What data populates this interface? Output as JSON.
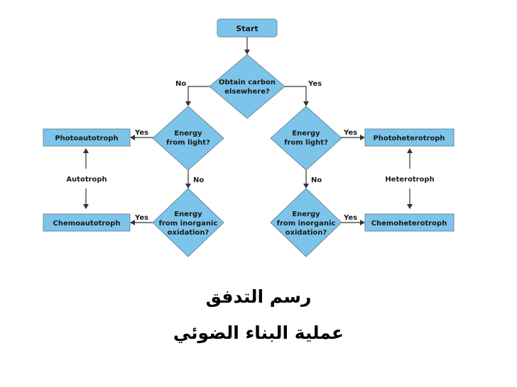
{
  "nodes": {
    "start": "Start",
    "obtain_carbon": [
      "Obtain carbon",
      "elsewhere?"
    ],
    "energy_light_left": [
      "Energy",
      "from light?"
    ],
    "energy_light_right": [
      "Energy",
      "from light?"
    ],
    "energy_inorganic_left": [
      "Energy",
      "from inorganic",
      "oxidation?"
    ],
    "energy_inorganic_right": [
      "Energy",
      "from inorganic",
      "oxidation?"
    ],
    "photoautotroph": "Photoautotroph",
    "chemoautotroph": "Chemoautotroph",
    "photoheterotroph": "Photoheterotroph",
    "chemoheterotroph": "Chemoheterotroph"
  },
  "edge_labels": {
    "no_top": "No",
    "yes_top": "Yes",
    "yes_left_light": "Yes",
    "no_left_light": "No",
    "yes_left_inorganic": "Yes",
    "yes_right_light": "Yes",
    "no_right_light": "No",
    "yes_right_inorganic": "Yes"
  },
  "side_labels": {
    "autotroph": "Autotroph",
    "heterotroph": "Heterotroph"
  },
  "captions": {
    "line1": "رسم التدفق",
    "line2": "عملية البناء الضوئي"
  }
}
